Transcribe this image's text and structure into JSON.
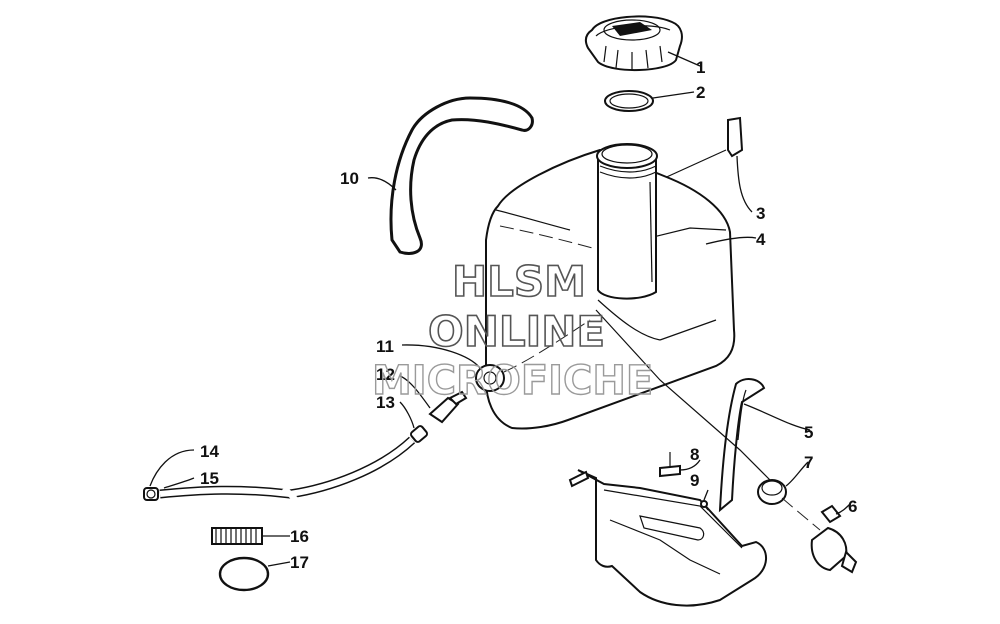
{
  "callouts": {
    "c1": "1",
    "c2": "2",
    "c3": "3",
    "c4": "4",
    "c5": "5",
    "c6": "6",
    "c7": "7",
    "c8": "8",
    "c9": "9",
    "c10": "10",
    "c11": "11",
    "c12": "12",
    "c13": "13",
    "c14": "14",
    "c15": "15",
    "c16": "16",
    "c17": "17"
  },
  "watermark": {
    "line1": "HLSM",
    "line2": "ONLINE",
    "line3": "MICROFICHE"
  },
  "icons": {
    "fuel_cap": "fuel-cap-icon",
    "gasket": "gasket-icon",
    "tank": "fuel-tank-icon"
  }
}
